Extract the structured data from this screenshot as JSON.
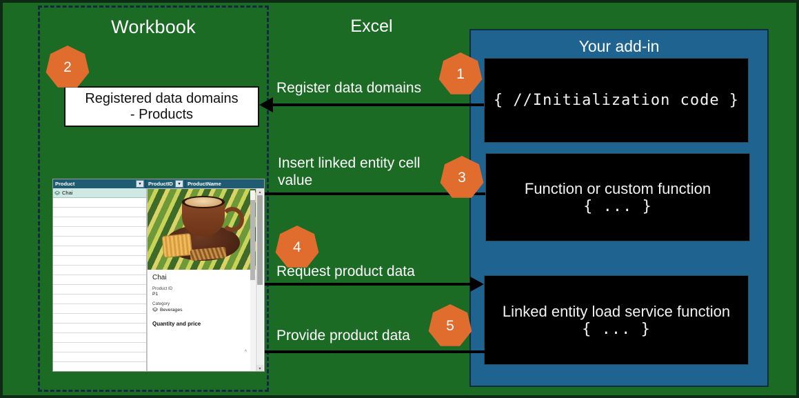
{
  "diagram": {
    "workbook_label": "Workbook",
    "excel_label": "Excel",
    "addin_label": "Your add-in",
    "registered_box_line1": "Registered data domains",
    "registered_box_line2": "- Products",
    "colors": {
      "excel_green": "#1b6b25",
      "addin_blue": "#1f6490",
      "badge_orange": "#e06c2e",
      "workbook_dash": "#13293f",
      "code_black": "#000000",
      "frame_dark": "#0c2a14"
    }
  },
  "steps": [
    {
      "number": "1",
      "label": "Register data domains",
      "direction": "right-to-left"
    },
    {
      "number": "2",
      "label": "",
      "direction": "none"
    },
    {
      "number": "3",
      "label": "Insert linked entity cell value",
      "direction": "right-to-left"
    },
    {
      "number": "4",
      "label": "Request product data",
      "direction": "left-to-right"
    },
    {
      "number": "5",
      "label": "Provide product data",
      "direction": "right-to-left"
    }
  ],
  "code_boxes": [
    {
      "sans": "",
      "mono": "{ //Initialization code }"
    },
    {
      "sans": "Function or custom function",
      "mono": "{ ... }"
    },
    {
      "sans": "Linked entity load service function",
      "mono": "{ ... }"
    }
  ],
  "excel": {
    "columns": [
      "Product",
      "ProductID",
      "ProductName"
    ],
    "cell_value": "Chai",
    "card": {
      "title": "Chai",
      "fields": [
        {
          "label": "Product ID",
          "value": "P1"
        },
        {
          "label": "Category",
          "value": "Beverages"
        }
      ],
      "section": "Quantity and price",
      "chevron": "^"
    },
    "filter_glyph": "▾",
    "scroll_up_glyph": "▴",
    "scroll_down_glyph": "▾"
  }
}
